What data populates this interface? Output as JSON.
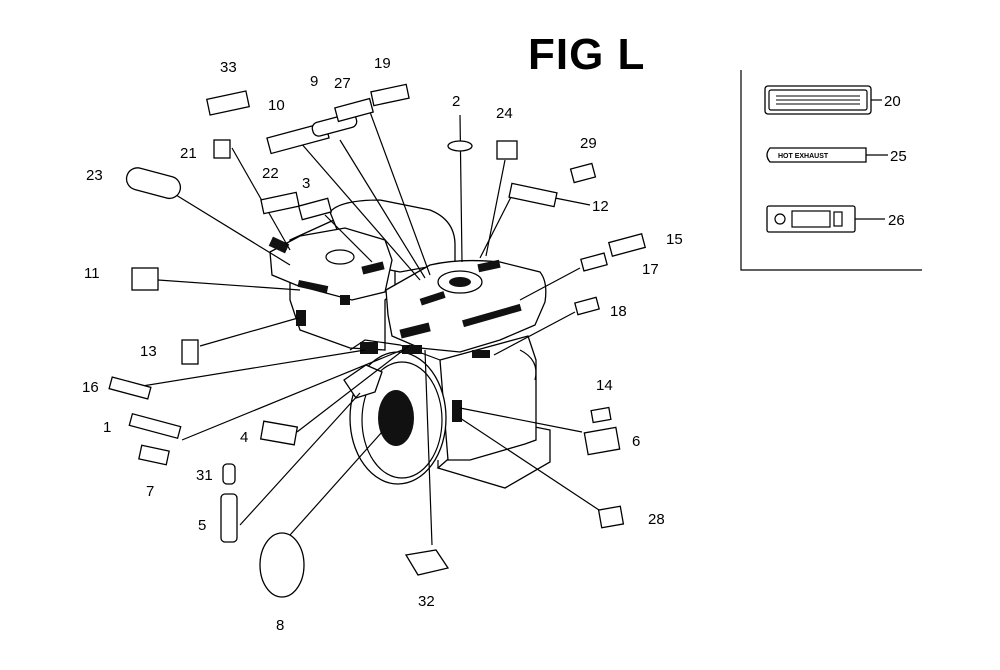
{
  "figure": {
    "title": "FIG L"
  },
  "inset": {
    "hot_exhaust_text": "HOT EXHAUST"
  },
  "callouts": [
    {
      "id": "c1",
      "label": "1"
    },
    {
      "id": "c2",
      "label": "2"
    },
    {
      "id": "c3",
      "label": "3"
    },
    {
      "id": "c4",
      "label": "4"
    },
    {
      "id": "c5",
      "label": "5"
    },
    {
      "id": "c6",
      "label": "6"
    },
    {
      "id": "c7",
      "label": "7"
    },
    {
      "id": "c8",
      "label": "8"
    },
    {
      "id": "c9",
      "label": "9"
    },
    {
      "id": "c10",
      "label": "10"
    },
    {
      "id": "c11",
      "label": "11"
    },
    {
      "id": "c12",
      "label": "12"
    },
    {
      "id": "c13",
      "label": "13"
    },
    {
      "id": "c14",
      "label": "14"
    },
    {
      "id": "c15",
      "label": "15"
    },
    {
      "id": "c16",
      "label": "16"
    },
    {
      "id": "c17",
      "label": "17"
    },
    {
      "id": "c18",
      "label": "18"
    },
    {
      "id": "c19",
      "label": "19"
    },
    {
      "id": "c20",
      "label": "20"
    },
    {
      "id": "c21",
      "label": "21"
    },
    {
      "id": "c22",
      "label": "22"
    },
    {
      "id": "c23",
      "label": "23"
    },
    {
      "id": "c24",
      "label": "24"
    },
    {
      "id": "c25",
      "label": "25"
    },
    {
      "id": "c26",
      "label": "26"
    },
    {
      "id": "c27",
      "label": "27"
    },
    {
      "id": "c28",
      "label": "28"
    },
    {
      "id": "c29",
      "label": "29"
    },
    {
      "id": "c31",
      "label": "31"
    },
    {
      "id": "c32",
      "label": "32"
    },
    {
      "id": "c33",
      "label": "33"
    }
  ]
}
